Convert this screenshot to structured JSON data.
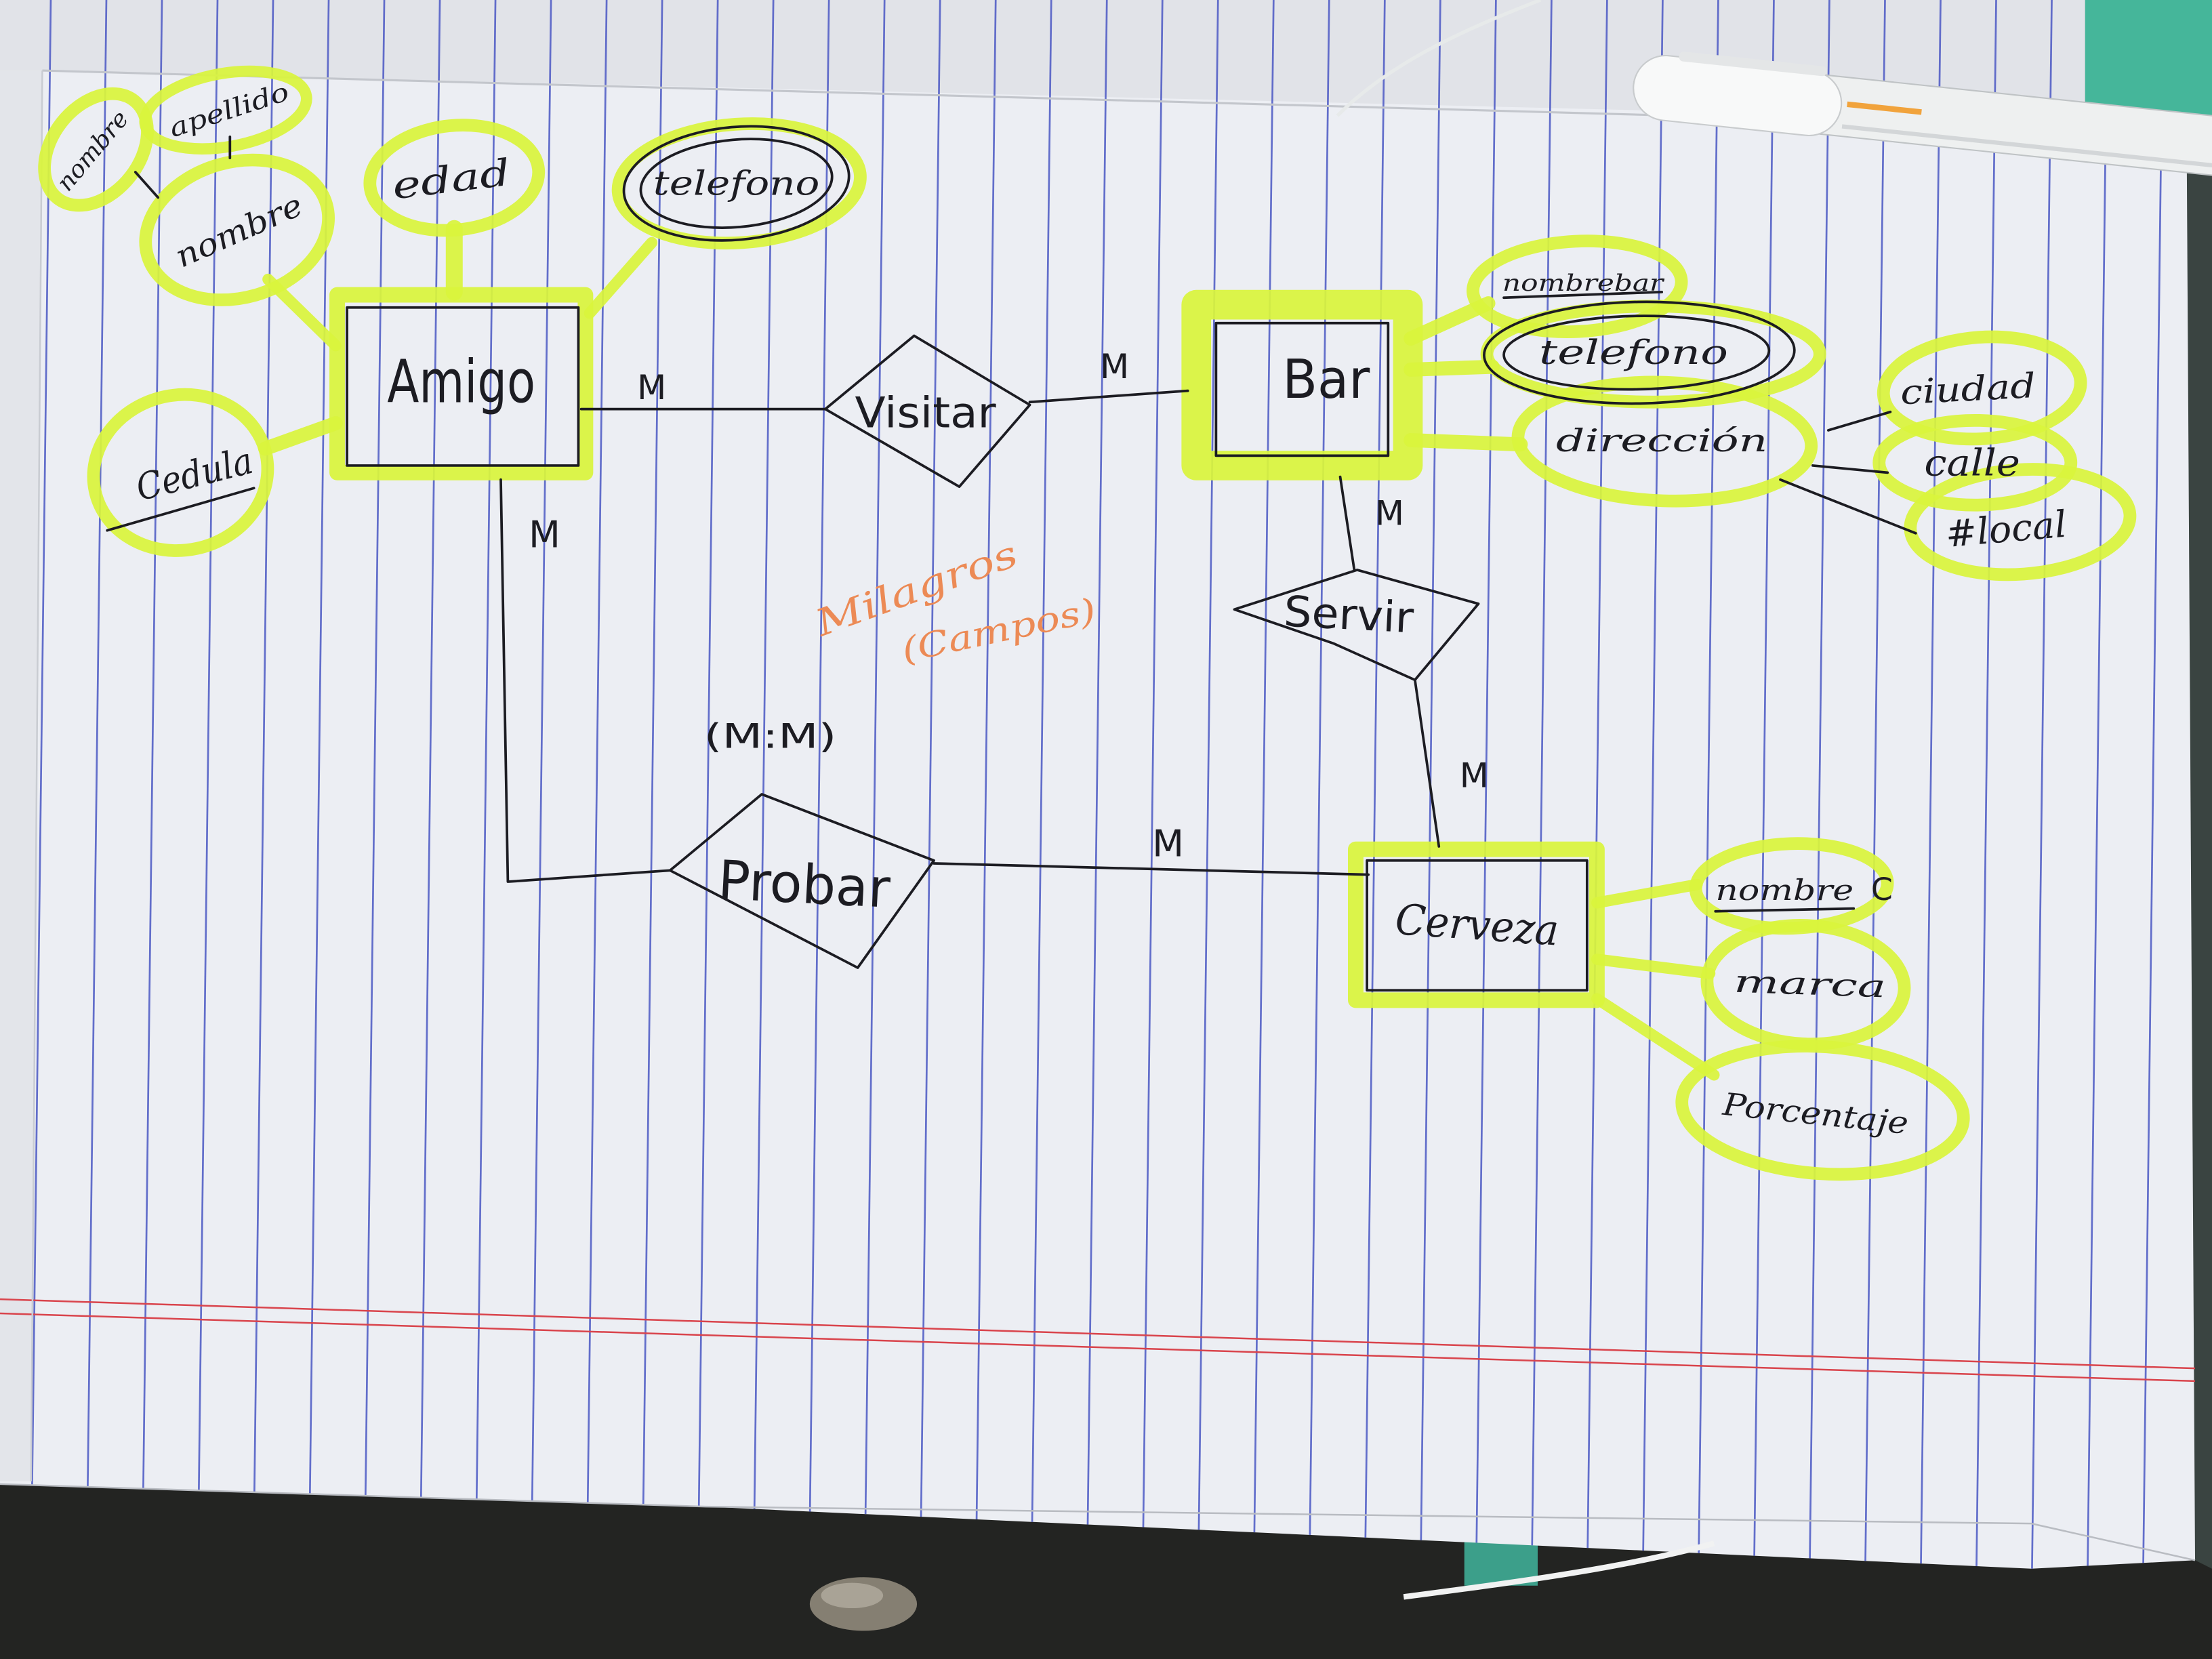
{
  "diagram": {
    "entities": {
      "amigo": "Amigo",
      "bar": "Bar",
      "cerveza": "Cerveza"
    },
    "relationships": {
      "visitar": "Visitar",
      "servir": "Servir",
      "probar": "Probar"
    },
    "attributes": {
      "amigo": {
        "nombre_componente": "nombre",
        "apellido": "apellido",
        "nombre": "nombre",
        "edad": "edad",
        "telefono": "telefono",
        "cedula": "Cedula"
      },
      "bar": {
        "nombrebar": "nombrebar",
        "telefono": "telefono",
        "direccion": "dirección",
        "ciudad": "ciudad",
        "calle": "calle",
        "local": "#local"
      },
      "cerveza": {
        "nombre": "nombre",
        "nombre_suffix": "C",
        "marca": "marca",
        "porcentaje": "Porcentaje"
      }
    },
    "cardinality": {
      "amigo_visitar": "M",
      "visitar_bar": "M",
      "bar_servir": "M",
      "servir_cerveza": "M",
      "amigo_probar": "M",
      "probar_cerveza": "M",
      "probar_ratio": "(M:M)"
    },
    "author": {
      "name": "Milagros",
      "surname": "(Campos)"
    }
  },
  "colors": {
    "highlighter": "#d9f43c",
    "ink": "#1c1c22",
    "author_ink": "#ec8a55",
    "paper": "#eceef3",
    "rule_line": "#4b58c4",
    "margin_line": "#d9444c"
  }
}
